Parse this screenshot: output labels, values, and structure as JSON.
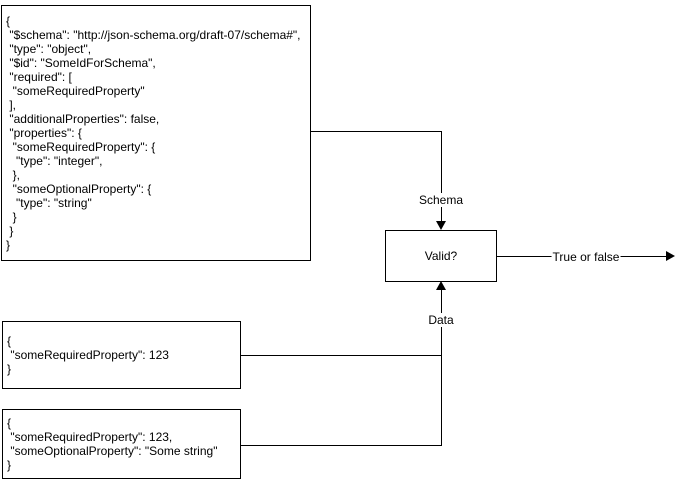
{
  "colors": {
    "stroke": "#000000",
    "node_fill": "#ffffff",
    "background": "#ffffff",
    "text": "#000000"
  },
  "nodes": {
    "schema": {
      "text": "{\n \"$schema\": \"http://json-schema.org/draft-07/schema#\",\n \"type\": \"object\",\n \"$id\": \"SomeIdForSchema\",\n \"required\": [\n  \"someRequiredProperty\"\n ],\n \"additionalProperties\": false,\n \"properties\": {\n  \"someRequiredProperty\": {\n   \"type\": \"integer\",\n  },\n  \"someOptionalProperty\": {\n   \"type\": \"string\"\n  }\n }\n}"
    },
    "data_example_1": {
      "text": "{\n \"someRequiredProperty\": 123\n}"
    },
    "data_example_2": {
      "text": "{\n \"someRequiredProperty\": 123,\n \"someOptionalProperty\": \"Some string\"\n}"
    },
    "validator": {
      "label": "Valid?"
    }
  },
  "edges": {
    "schema_edge": {
      "label": "Schema"
    },
    "data_edge": {
      "label": "Data"
    },
    "output_edge": {
      "label": "True or false"
    }
  }
}
